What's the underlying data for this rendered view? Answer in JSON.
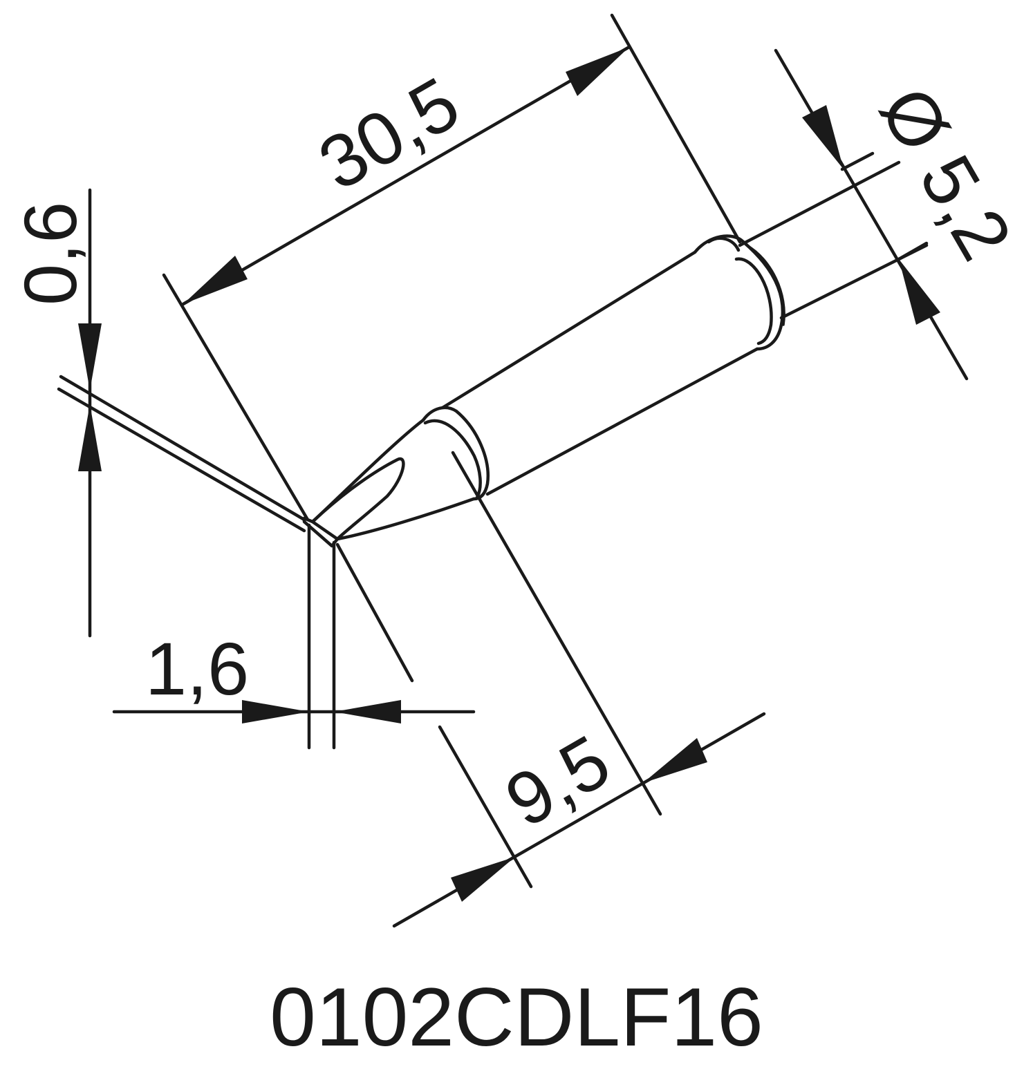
{
  "dimensions": {
    "overall_length": "30,5",
    "diameter": "Ø 5,2",
    "tip_thickness": "0,6",
    "tip_width": "1,6",
    "taper_length": "9,5"
  },
  "part_number": "0102CDLF16",
  "colors": {
    "line": "#1a1a1a",
    "background": "#ffffff"
  }
}
